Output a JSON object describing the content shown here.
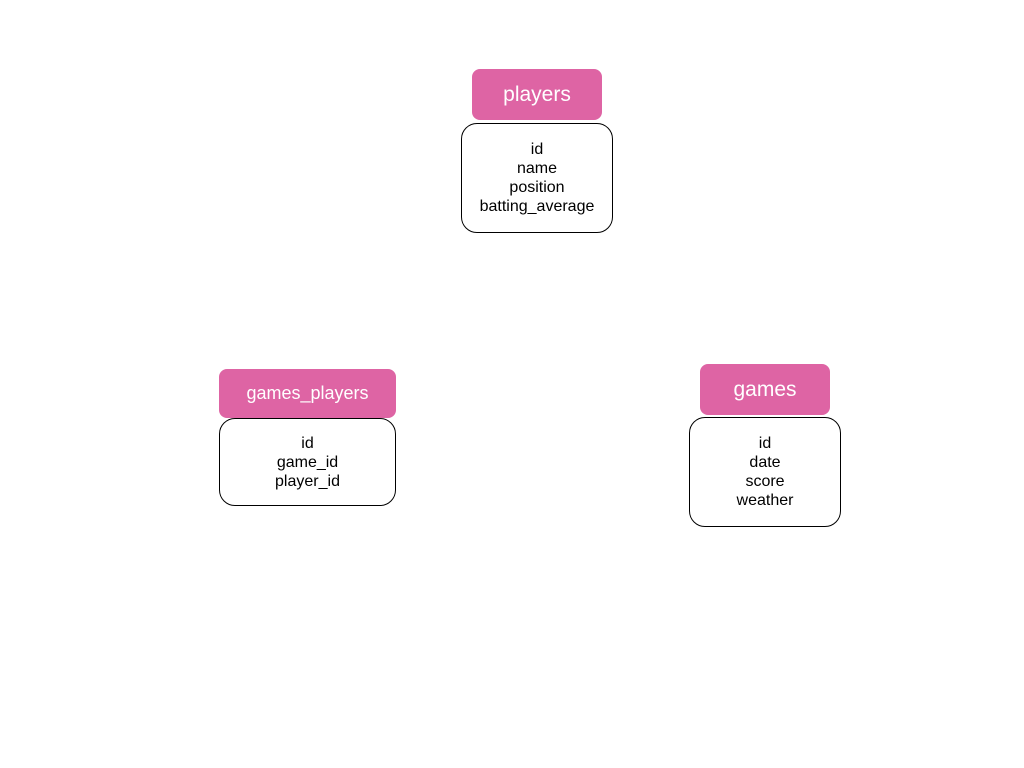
{
  "colors": {
    "header_fill": "#de64a4",
    "header_text": "#ffffff",
    "body_border": "#000000",
    "background": "#ffffff"
  },
  "tables": {
    "players": {
      "name": "players",
      "fields": [
        "id",
        "name",
        "position",
        "batting_average"
      ]
    },
    "games_players": {
      "name": "games_players",
      "fields": [
        "id",
        "game_id",
        "player_id"
      ]
    },
    "games": {
      "name": "games",
      "fields": [
        "id",
        "date",
        "score",
        "weather"
      ]
    }
  }
}
